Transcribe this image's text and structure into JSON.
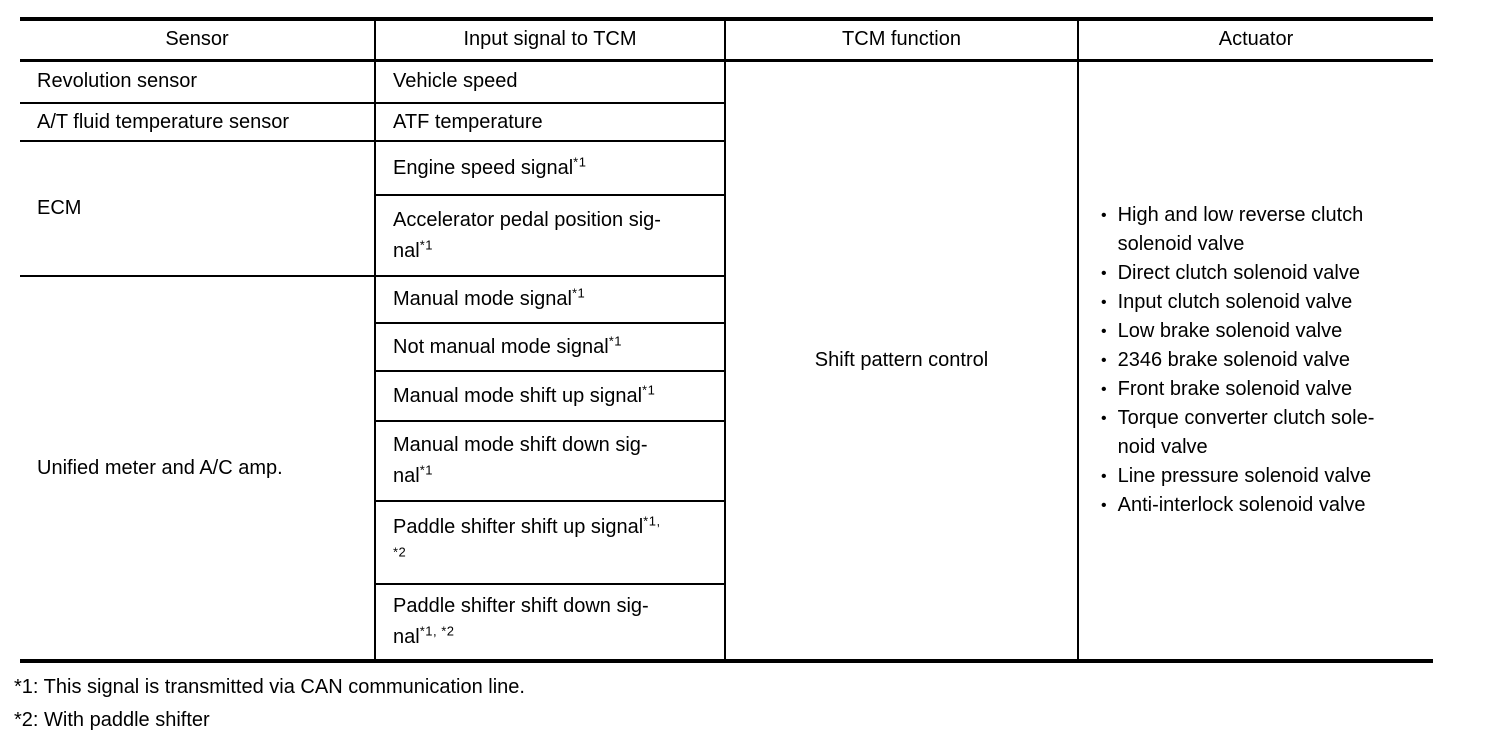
{
  "table": {
    "headers": [
      "Sensor",
      "Input signal to TCM",
      "TCM function",
      "Actuator"
    ],
    "sensor_groups": [
      {
        "label": "Revolution sensor",
        "signals": [
          [
            {
              "t": "Vehicle speed"
            }
          ]
        ]
      },
      {
        "label": "A/T fluid temperature sensor",
        "signals": [
          [
            {
              "t": "ATF temperature"
            }
          ]
        ]
      },
      {
        "label": "ECM",
        "signals": [
          [
            {
              "t": "Engine speed signal"
            },
            {
              "t": "*1",
              "sup": true
            }
          ],
          [
            {
              "t": "Accelerator pedal position sig-"
            },
            {
              "br": true
            },
            {
              "t": "nal"
            },
            {
              "t": "*1",
              "sup": true
            }
          ]
        ]
      },
      {
        "label": "Unified meter and A/C amp.",
        "signals": [
          [
            {
              "t": "Manual mode signal"
            },
            {
              "t": "*1",
              "sup": true
            }
          ],
          [
            {
              "t": "Not manual mode signal"
            },
            {
              "t": "*1",
              "sup": true
            }
          ],
          [
            {
              "t": "Manual mode shift up signal"
            },
            {
              "t": "*1",
              "sup": true
            }
          ],
          [
            {
              "t": "Manual mode shift down sig-"
            },
            {
              "br": true
            },
            {
              "t": "nal"
            },
            {
              "t": "*1",
              "sup": true
            }
          ],
          [
            {
              "t": "Paddle shifter shift up signal"
            },
            {
              "t": "*1,",
              "sup": true
            },
            {
              "br": true
            },
            {
              "t": "*2",
              "sup": true
            }
          ],
          [
            {
              "t": "Paddle shifter shift down sig-"
            },
            {
              "br": true
            },
            {
              "t": "nal"
            },
            {
              "t": "*1, *2",
              "sup": true
            }
          ]
        ]
      }
    ],
    "tcm_function": "Shift pattern control",
    "bullet": "•",
    "actuators": [
      [
        {
          "t": "High and low reverse clutch"
        },
        {
          "br": true
        },
        {
          "t": "solenoid valve"
        }
      ],
      [
        {
          "t": "Direct clutch solenoid valve"
        }
      ],
      [
        {
          "t": "Input clutch solenoid valve"
        }
      ],
      [
        {
          "t": "Low brake solenoid valve"
        }
      ],
      [
        {
          "t": "2346 brake solenoid valve"
        }
      ],
      [
        {
          "t": "Front brake solenoid valve"
        }
      ],
      [
        {
          "t": "Torque converter clutch sole-"
        },
        {
          "br": true
        },
        {
          "t": "noid valve"
        }
      ],
      [
        {
          "t": "Line pressure solenoid valve"
        }
      ],
      [
        {
          "t": "Anti-interlock solenoid valve"
        }
      ]
    ]
  },
  "footnotes": [
    "*1: This signal is transmitted via CAN communication line.",
    "*2: With paddle shifter"
  ]
}
